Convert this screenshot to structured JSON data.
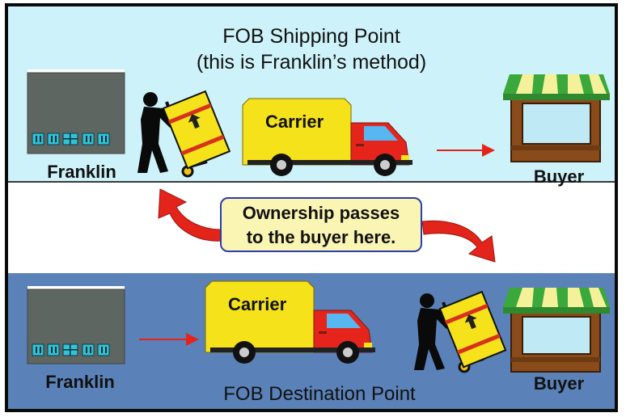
{
  "title": {
    "main": "FOB Shipping Point",
    "sub": "(this is Franklin’s method)"
  },
  "top_panel": {
    "seller_label": "Franklin",
    "carrier_label": "Carrier",
    "buyer_label": "Buyer"
  },
  "callout": {
    "line1": "Ownership passes",
    "line2": "to the buyer here."
  },
  "bottom_panel": {
    "seller_label": "Franklin",
    "carrier_label": "Carrier",
    "buyer_label": "Buyer",
    "title": "FOB Destination Point"
  },
  "colors": {
    "top_background": "#cdf2f9",
    "bottom_background": "#5a82b8",
    "truck_box": "#f5e21a",
    "truck_cab": "#e5241c",
    "arrow_red": "#e3241b",
    "callout_fill": "#fbf5b4",
    "callout_border": "#2a3ea8",
    "building": "#5d6660",
    "awning_green": "#3aa83a"
  }
}
